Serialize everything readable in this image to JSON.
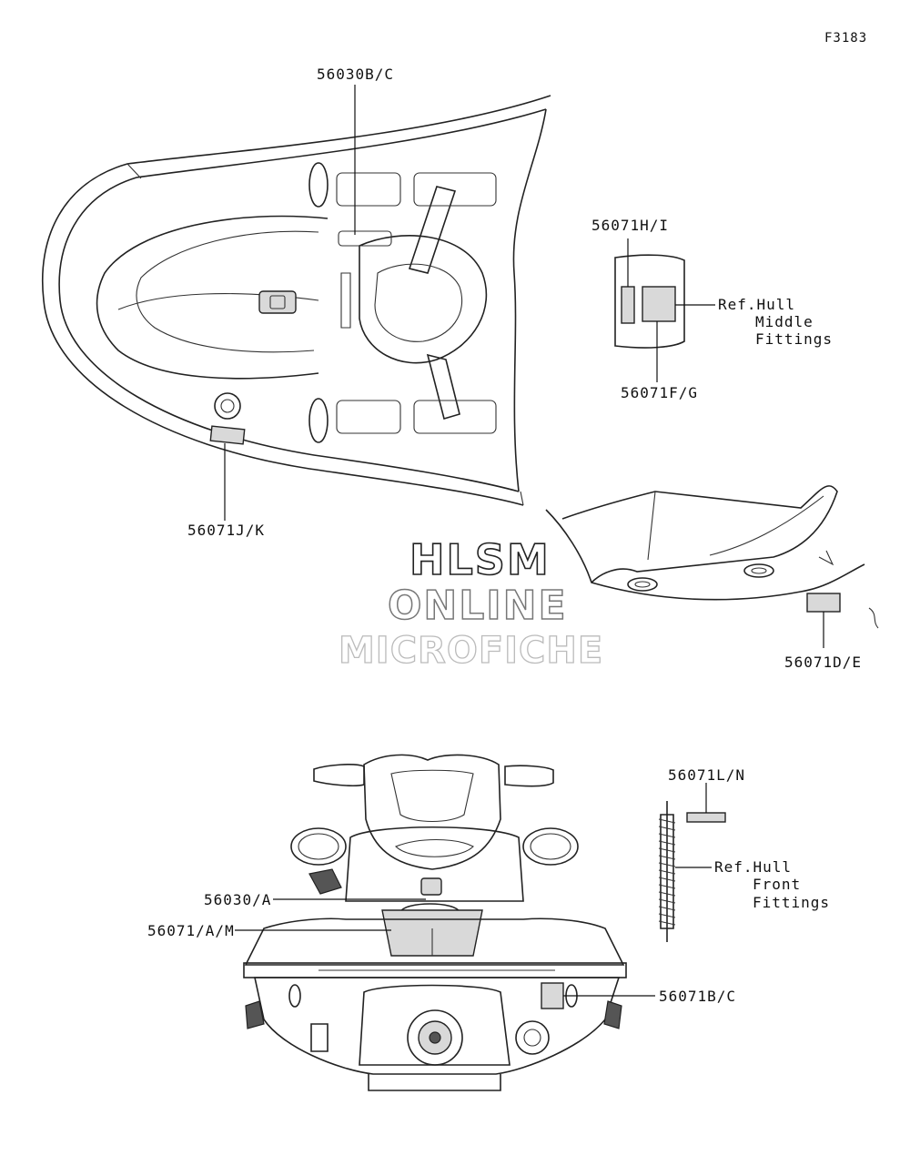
{
  "figure_code": "F3183",
  "watermark": {
    "line1": "HLSM",
    "line2": "ONLINE",
    "line3": "MICROFICHE"
  },
  "callouts": {
    "p56030BC": "56030B/C",
    "p56071HI": "56071H/I",
    "p56071FG": "56071F/G",
    "p56071JK": "56071J/K",
    "p56071DE": "56071D/E",
    "p56071LN": "56071L/N",
    "p56030A": "56030/A",
    "p56071AM": "56071/A/M",
    "p56071BC": "56071B/C"
  },
  "refs": {
    "middle": [
      "Ref.Hull",
      "Middle",
      "Fittings"
    ],
    "front": [
      "Ref.Hull",
      "Front",
      "Fittings"
    ]
  }
}
